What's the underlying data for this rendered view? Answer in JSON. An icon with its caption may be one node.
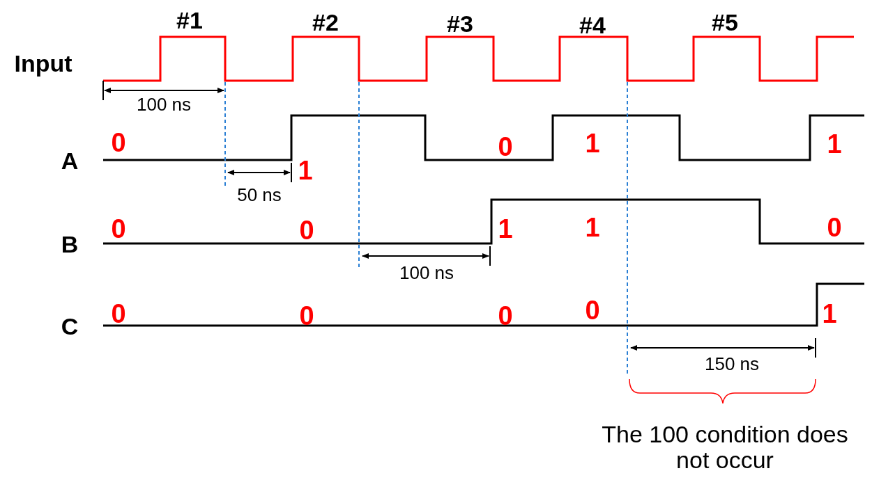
{
  "diagram": {
    "labels": [
      "#1",
      "#2",
      "#3",
      "#4",
      "#5",
      "Input",
      "100 ns",
      "0",
      "1",
      "0",
      "1",
      "1",
      "A",
      "50 ns",
      "0",
      "0",
      "1",
      "1",
      "0",
      "B",
      "100 ns",
      "0",
      "0",
      "0",
      "0",
      "1",
      "C",
      "150 ns",
      "The 100 condition does not occur"
    ]
  }
}
